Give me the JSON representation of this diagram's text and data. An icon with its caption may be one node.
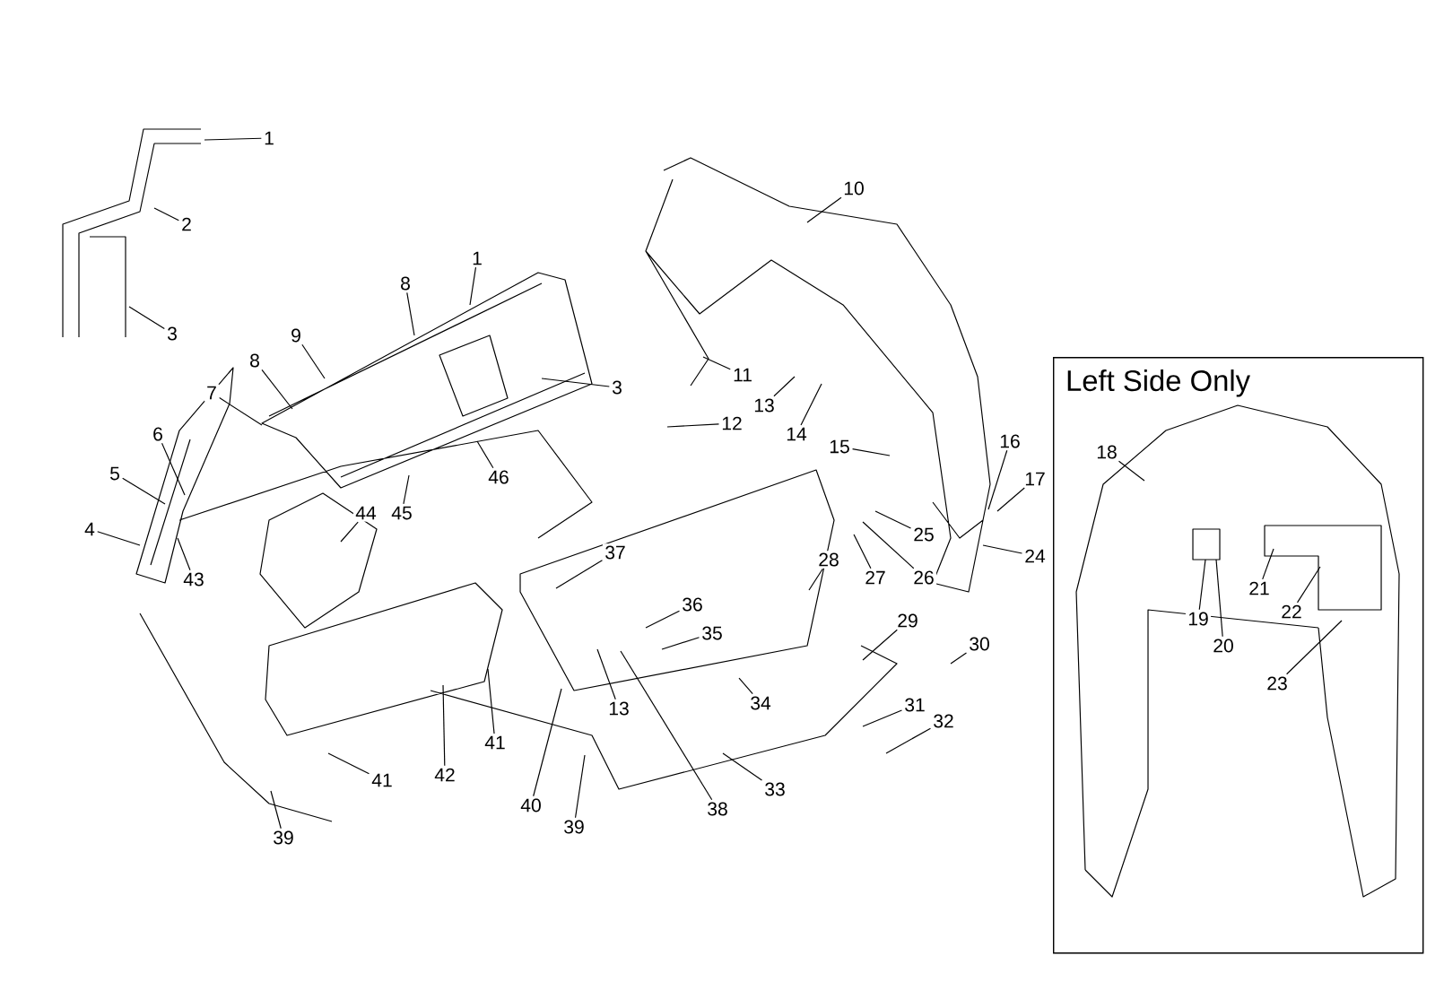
{
  "diagram": {
    "nodes": [
      {
        "text": [
          "1"
        ]
      },
      {
        "text": [
          "2"
        ]
      },
      {
        "text": [
          "3"
        ]
      },
      {
        "text": [
          "1"
        ]
      },
      {
        "text": [
          "8"
        ]
      },
      {
        "text": [
          "9"
        ]
      },
      {
        "text": [
          "3"
        ]
      },
      {
        "text": [
          "8"
        ]
      },
      {
        "text": [
          "7"
        ]
      },
      {
        "text": [
          "6"
        ]
      },
      {
        "text": [
          "5"
        ]
      },
      {
        "text": [
          "4"
        ]
      },
      {
        "text": [
          "43"
        ]
      },
      {
        "text": [
          "46"
        ]
      },
      {
        "text": [
          "45"
        ]
      },
      {
        "text": [
          "44"
        ]
      },
      {
        "text": [
          "10"
        ]
      },
      {
        "text": [
          "11"
        ]
      },
      {
        "text": [
          "12"
        ]
      },
      {
        "text": [
          "13"
        ]
      },
      {
        "text": [
          "14"
        ]
      },
      {
        "text": [
          "15"
        ]
      },
      {
        "text": [
          "16"
        ]
      },
      {
        "text": [
          "17"
        ]
      },
      {
        "text": [
          "25"
        ]
      },
      {
        "text": [
          "26"
        ]
      },
      {
        "text": [
          "27"
        ]
      },
      {
        "text": [
          "28"
        ]
      },
      {
        "text": [
          "24"
        ]
      },
      {
        "text": [
          "Left Side Only"
        ]
      },
      {
        "text": [
          "18"
        ],
        "in": 29
      },
      {
        "text": [
          "19"
        ],
        "in": 29
      },
      {
        "text": [
          "20"
        ],
        "in": 29
      },
      {
        "text": [
          "21"
        ],
        "in": 29
      },
      {
        "text": [
          "22"
        ],
        "in": 29
      },
      {
        "text": [
          "23"
        ],
        "in": 29
      },
      {
        "text": [
          "37"
        ]
      },
      {
        "text": [
          "36"
        ]
      },
      {
        "text": [
          "35"
        ]
      },
      {
        "text": [
          "29"
        ]
      },
      {
        "text": [
          "30"
        ]
      },
      {
        "text": [
          "34"
        ]
      },
      {
        "text": [
          "31"
        ]
      },
      {
        "text": [
          "32"
        ]
      },
      {
        "text": [
          "33"
        ]
      },
      {
        "text": [
          "13"
        ]
      },
      {
        "text": [
          "38"
        ]
      },
      {
        "text": [
          "40"
        ]
      },
      {
        "text": [
          "39"
        ]
      },
      {
        "text": [
          "41"
        ]
      },
      {
        "text": [
          "41"
        ]
      },
      {
        "text": [
          "42"
        ]
      },
      {
        "text": [
          "39"
        ]
      }
    ],
    "edges": [
      {
        "from": 0,
        "to": null,
        "arrow": "none"
      },
      {
        "from": 1,
        "to": null,
        "arrow": "none"
      },
      {
        "from": 2,
        "to": null,
        "arrow": "none"
      },
      {
        "from": 3,
        "to": null,
        "arrow": "none"
      },
      {
        "from": 4,
        "to": null,
        "arrow": "none"
      },
      {
        "from": 5,
        "to": null,
        "arrow": "none"
      },
      {
        "from": 6,
        "to": null,
        "arrow": "none"
      },
      {
        "from": 7,
        "to": null,
        "arrow": "none"
      },
      {
        "from": 8,
        "to": null,
        "arrow": "none"
      },
      {
        "from": 9,
        "to": null,
        "arrow": "none"
      },
      {
        "from": 10,
        "to": null,
        "arrow": "none"
      },
      {
        "from": 11,
        "to": null,
        "arrow": "none"
      },
      {
        "from": 12,
        "to": null,
        "arrow": "none"
      },
      {
        "from": 13,
        "to": null,
        "arrow": "none"
      },
      {
        "from": 14,
        "to": null,
        "arrow": "none"
      },
      {
        "from": 15,
        "to": null,
        "arrow": "none"
      },
      {
        "from": 16,
        "to": null,
        "arrow": "none"
      },
      {
        "from": 17,
        "to": null,
        "arrow": "none"
      },
      {
        "from": 18,
        "to": null,
        "arrow": "none"
      },
      {
        "from": 19,
        "to": null,
        "arrow": "none"
      },
      {
        "from": 20,
        "to": null,
        "arrow": "none"
      },
      {
        "from": 21,
        "to": null,
        "arrow": "none"
      },
      {
        "from": 22,
        "to": null,
        "arrow": "none"
      },
      {
        "from": 23,
        "to": null,
        "arrow": "none"
      },
      {
        "from": 24,
        "to": null,
        "arrow": "none"
      },
      {
        "from": 25,
        "to": null,
        "arrow": "none"
      },
      {
        "from": 26,
        "to": null,
        "arrow": "none"
      },
      {
        "from": 27,
        "to": null,
        "arrow": "none"
      },
      {
        "from": 28,
        "to": null,
        "arrow": "none"
      },
      {
        "from": 30,
        "to": null,
        "arrow": "none"
      },
      {
        "from": 31,
        "to": null,
        "arrow": "none"
      },
      {
        "from": 32,
        "to": null,
        "arrow": "none"
      },
      {
        "from": 33,
        "to": null,
        "arrow": "none"
      },
      {
        "from": 34,
        "to": null,
        "arrow": "none"
      },
      {
        "from": 35,
        "to": null,
        "arrow": "none"
      },
      {
        "from": 36,
        "to": null,
        "arrow": "none"
      },
      {
        "from": 37,
        "to": null,
        "arrow": "none"
      },
      {
        "from": 38,
        "to": null,
        "arrow": "none"
      },
      {
        "from": 39,
        "to": null,
        "arrow": "none"
      },
      {
        "from": 40,
        "to": null,
        "arrow": "none"
      },
      {
        "from": 41,
        "to": null,
        "arrow": "none"
      },
      {
        "from": 42,
        "to": null,
        "arrow": "none"
      },
      {
        "from": 43,
        "to": null,
        "arrow": "none"
      },
      {
        "from": 44,
        "to": null,
        "arrow": "none"
      },
      {
        "from": 45,
        "to": null,
        "arrow": "none"
      },
      {
        "from": 46,
        "to": null,
        "arrow": "none"
      },
      {
        "from": 47,
        "to": null,
        "arrow": "none"
      },
      {
        "from": 48,
        "to": null,
        "arrow": "none"
      },
      {
        "from": 49,
        "to": null,
        "arrow": "none"
      },
      {
        "from": 50,
        "to": null,
        "arrow": "none"
      },
      {
        "from": 51,
        "to": null,
        "arrow": "none"
      },
      {
        "from": 52,
        "to": null,
        "arrow": "none"
      }
    ]
  }
}
